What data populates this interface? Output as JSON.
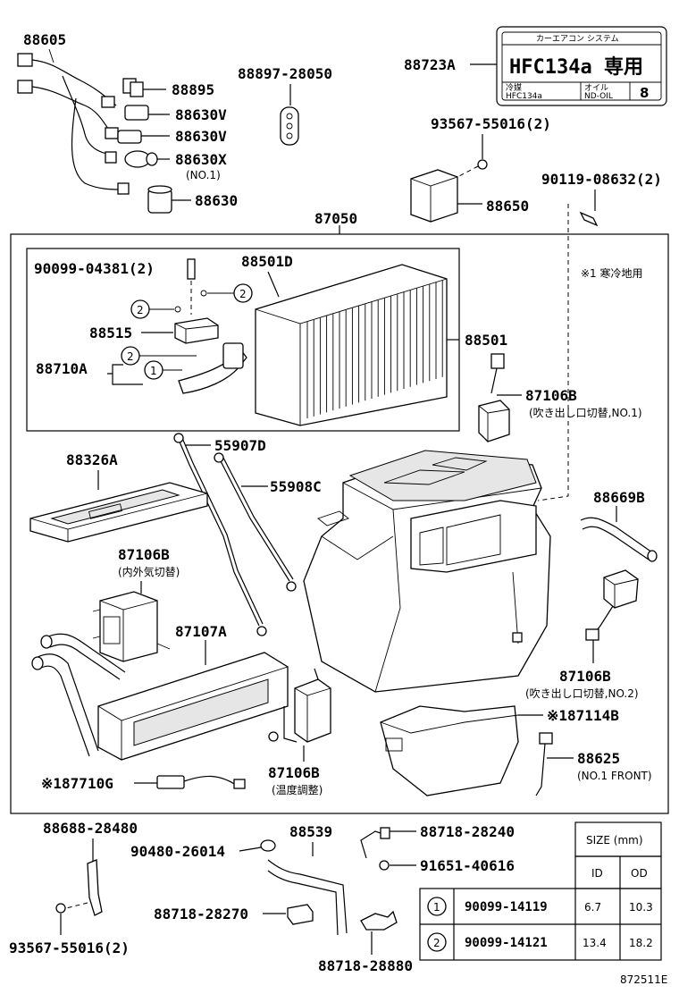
{
  "labels": {
    "p88605": "88605",
    "p88895": "88895",
    "p88630V_a": "88630V",
    "p88630V_b": "88630V",
    "p88630X": "88630X",
    "p88630X_note": "(NO.1)",
    "p88630": "88630",
    "p88897": "88897-28050",
    "p88723A": "88723A",
    "p93567_top": "93567-55016(2)",
    "p88650": "88650",
    "p90119": "90119-08632(2)",
    "note_cold": "※1 寒冷地用",
    "p87050": "87050",
    "p90099_04381": "90099-04381(2)",
    "p88501D": "88501D",
    "p88515": "88515",
    "p88710A": "88710A",
    "p88501": "88501",
    "p87106B_1": "87106B",
    "p87106B_1_note": "(吹き出し口切替,NO.1)",
    "p55907D": "55907D",
    "p88326A": "88326A",
    "p55908C": "55908C",
    "p88669B": "88669B",
    "p87106B_2": "87106B",
    "p87106B_2_note": "(内外気切替)",
    "p87107A": "87107A",
    "p87106B_3": "87106B",
    "p87106B_3_note": "(吹き出し口切替,NO.2)",
    "p87114B": "※187114B",
    "p88625": "88625",
    "p88625_note": "(NO.1 FRONT)",
    "p87710G": "※187710G",
    "p87106B_4": "87106B",
    "p87106B_4_note": "(温度調整)",
    "p88688": "88688-28480",
    "p90480": "90480-26014",
    "p88539": "88539",
    "p88718_28240": "88718-28240",
    "p91651": "91651-40616",
    "p88718_28270": "88718-28270",
    "p93567_bottom": "93567-55016(2)",
    "p88718_28880": "88718-28880",
    "callout_1": "1",
    "callout_2": "2",
    "diagram_id": "872511E"
  },
  "decal": {
    "header": "カーエアコン システム",
    "main": "HFC134a 専用",
    "cell1": "冷媒",
    "cell2": "HFC134a",
    "cell3": "オイル",
    "cell4": "ND-OIL",
    "cell5": "8"
  },
  "size_table": {
    "title": "SIZE (mm)",
    "columns": [
      "ID",
      "OD"
    ],
    "rows": [
      {
        "mark": "1",
        "part": "90099-14119",
        "id": "6.7",
        "od": "10.3"
      },
      {
        "mark": "2",
        "part": "90099-14121",
        "id": "13.4",
        "od": "18.2"
      }
    ]
  }
}
